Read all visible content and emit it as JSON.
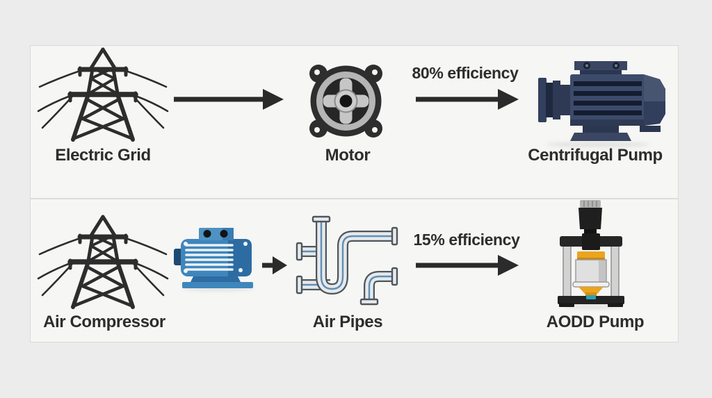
{
  "rows": [
    {
      "id": "centrifugal-path",
      "source": {
        "label": "Electric Grid",
        "icon": "electric-tower"
      },
      "stage2": {
        "label": "Motor",
        "icon": "motor"
      },
      "efficiency": "80% efficiency",
      "target": {
        "label": "Centrifugal Pump",
        "icon": "centrifugal-pump"
      }
    },
    {
      "id": "aodd-path",
      "source": {
        "label": "Air Compressor",
        "icons": [
          "electric-tower",
          "compressor-motor"
        ]
      },
      "stage2": {
        "label": "Air Pipes",
        "icon": "air-pipes"
      },
      "efficiency": "15% efficiency",
      "target": {
        "label": "AODD Pump",
        "icon": "aodd-pump"
      }
    }
  ],
  "colors": {
    "canvas_bg": "#ececec",
    "panel_bg": "#f6f6f4",
    "panel_border": "#d9d9d7",
    "text": "#2d2d2d",
    "arrow": "#2b2b2b",
    "tower_stroke": "#2d2d2d",
    "motor_dark": "#2e2e2e",
    "motor_silver": "#b9b9b9",
    "centrifugal_navy": "#3d4b6b",
    "compressor_blue": "#3f86bc",
    "pipe_body": "#e6e9ec",
    "pipe_line_blue": "#5f8fb4",
    "aodd_yellow": "#eba41e",
    "aodd_teal": "#2f9fb5"
  }
}
